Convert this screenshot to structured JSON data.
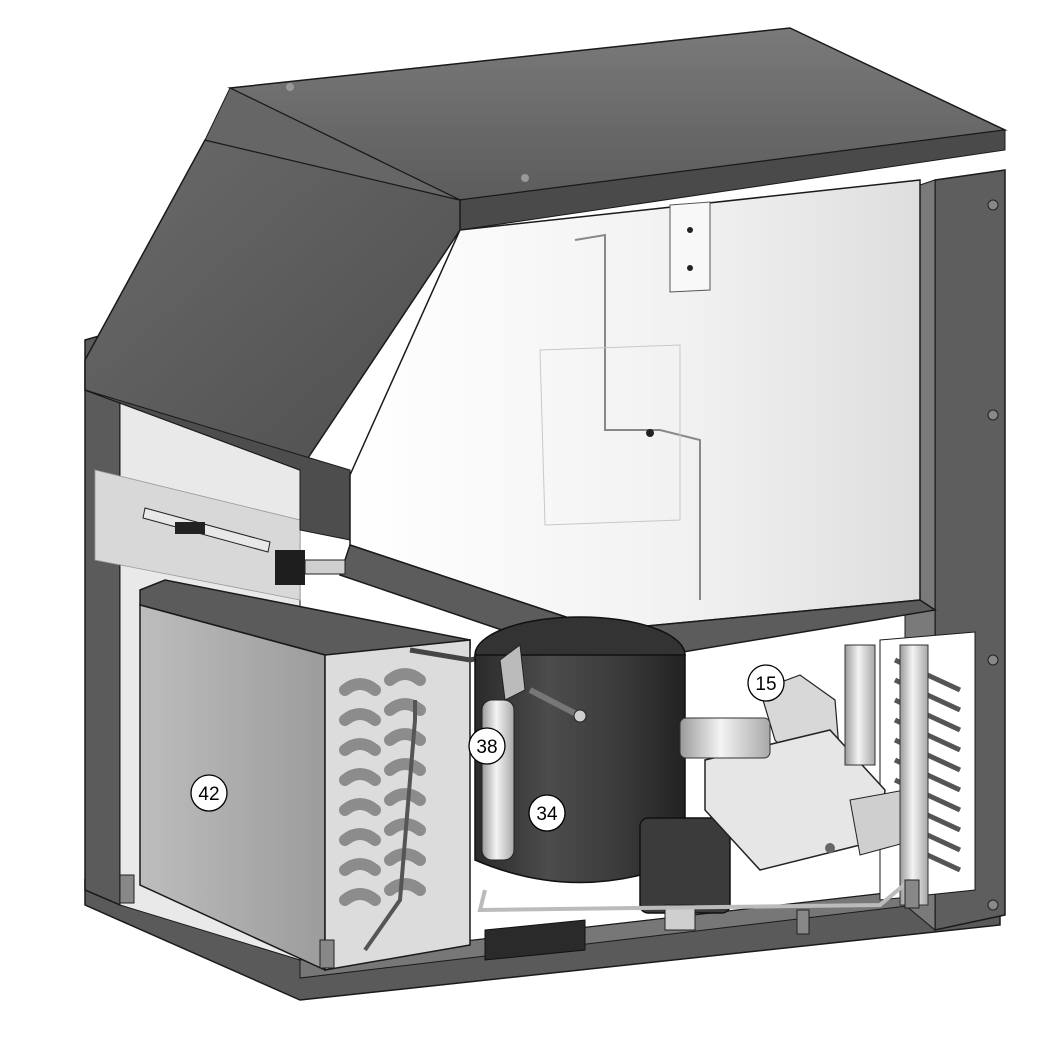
{
  "diagram": {
    "callouts": [
      {
        "id": "c15",
        "label": "15",
        "part": "water-pump"
      },
      {
        "id": "c38",
        "label": "38",
        "part": "dryer-filter"
      },
      {
        "id": "c34",
        "label": "34",
        "part": "compressor-fitting"
      },
      {
        "id": "c42",
        "label": "42",
        "part": "condenser"
      }
    ],
    "colors": {
      "housing_dark": "#5a5a5a",
      "housing_mid": "#6e6e6e",
      "tank_light": "#f2f2f2",
      "compressor": "#3c3c3c",
      "condenser_panel": "#a9a9a9",
      "pipe": "#cfcfcf",
      "outline": "#1a1a1a"
    }
  }
}
